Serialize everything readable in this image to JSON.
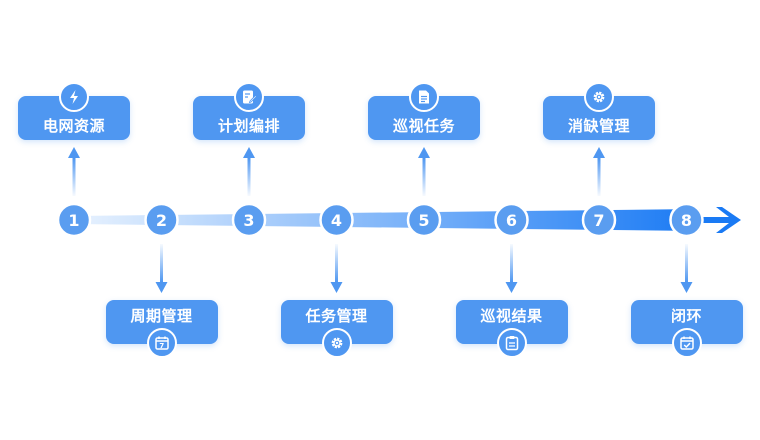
{
  "steps": [
    {
      "number": "1",
      "label": "电网资源",
      "icon": "lightning-icon",
      "position": "top"
    },
    {
      "number": "2",
      "label": "周期管理",
      "icon": "calendar-icon",
      "position": "bottom"
    },
    {
      "number": "3",
      "label": "计划编排",
      "icon": "edit-document-icon",
      "position": "top"
    },
    {
      "number": "4",
      "label": "任务管理",
      "icon": "gear-icon",
      "position": "bottom"
    },
    {
      "number": "5",
      "label": "巡视任务",
      "icon": "document-icon",
      "position": "top"
    },
    {
      "number": "6",
      "label": "巡视结果",
      "icon": "clipboard-icon",
      "position": "bottom"
    },
    {
      "number": "7",
      "label": "消缺管理",
      "icon": "gear-icon",
      "position": "top"
    },
    {
      "number": "8",
      "label": "闭环",
      "icon": "calendar-check-icon",
      "position": "bottom"
    }
  ],
  "calendar_icon_day": "7",
  "colors": {
    "accent": "#4f97f1",
    "timeline_start": "#e8f2fe",
    "timeline_end": "#1a7af4",
    "node_fill": "#5a9df0",
    "node_text": "#ffffff"
  }
}
